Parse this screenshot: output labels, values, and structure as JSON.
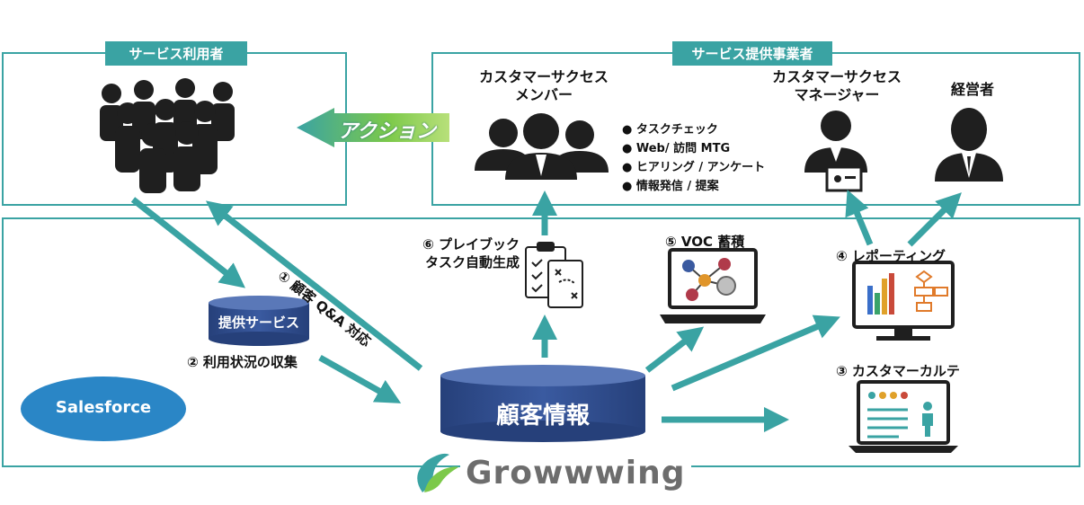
{
  "users_group": {
    "title": "サービス利用者"
  },
  "provider_group": {
    "title": "サービス提供事業者"
  },
  "action_label": "アクション",
  "cs_member": {
    "line1": "カスタマーサクセス",
    "line2": "メンバー"
  },
  "cs_tasks": [
    "● タスクチェック",
    "● Web/ 訪問 MTG",
    "● ヒアリング / アンケート",
    "● 情報発信 / 提案"
  ],
  "cs_manager": {
    "line1": "カスタマーサクセス",
    "line2": "マネージャー"
  },
  "executive": "経営者",
  "provided_service": "提供サービス",
  "usage_collection": "② 利用状況の収集",
  "customer_qa": "① 顧客 Q&A 対応",
  "playbook": {
    "line1": "⑥ プレイブック",
    "line2": "タスク自動生成"
  },
  "voc": "⑤ VOC 蓄積",
  "reporting": "④ レポーティング",
  "karte": "③ カスタマーカルテ",
  "customer_info": "顧客情報",
  "salesforce": "Salesforce",
  "brand": "Growwwing",
  "colors": {
    "teal": "#3aa3a3",
    "navy": "#2f4a8a",
    "salesforce": "#2a86c6",
    "dark": "#1f1f1f"
  }
}
